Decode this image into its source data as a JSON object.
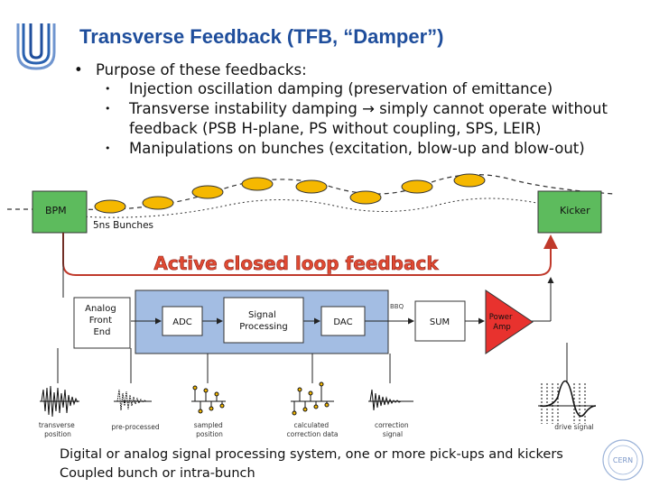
{
  "title": "Transverse Feedback (TFB, “Damper”)",
  "bullet_main": "Purpose of these feedbacks:",
  "sub_bullets": [
    "Injection oscillation damping (preservation of emittance)",
    "Transverse instability damping → simply cannot operate without feedback (PSB H-plane, PS without coupling, SPS, LEIR)",
    "Manipulations on bunches (excitation, blow-up and blow-out)"
  ],
  "diagram": {
    "bpm_label": "BPM",
    "kicker_label": "Kicker",
    "bunches_label": "5ns Bunches",
    "loop_label": "Active closed loop feedback",
    "blocks": {
      "analog_front_end": "Analog Front End",
      "adc": "ADC",
      "signal_processing": "Signal Processing",
      "dac": "DAC",
      "sum": "SUM",
      "power_amp": "Power Amp",
      "small_label": "BBQ"
    },
    "waveform_labels": [
      "transverse position",
      "pre-processed",
      "sampled position",
      "calculated correction data",
      "correction signal",
      "drive signal"
    ]
  },
  "footer_lines": [
    "Digital or analog signal processing system, one or more pick-ups and kickers",
    "Coupled bunch or intra-bunch"
  ],
  "colors": {
    "title": "#1f4e9c",
    "green_box": "#5dbb5d",
    "bunch": "#f5b800",
    "loop": "#c0392b",
    "loop_text": "#e04a33",
    "processing_box": "#a3bde3",
    "power_amp": "#e8322e",
    "logo": "#2a62b0"
  }
}
